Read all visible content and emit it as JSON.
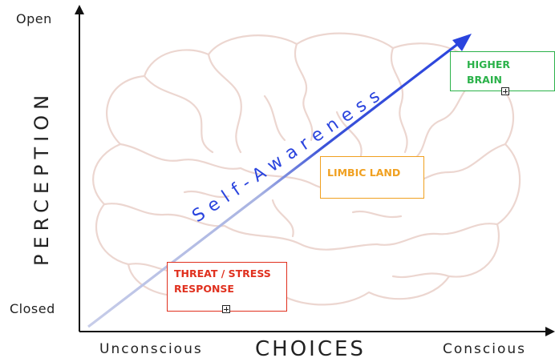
{
  "axes": {
    "y_label": "PERCEPTION",
    "y_top": "Open",
    "y_bottom": "Closed",
    "x_label": "CHOICES",
    "x_left": "Unconscious",
    "x_right": "Conscious"
  },
  "arrow_label": "Self-Awareness",
  "colors": {
    "axis": "#111111",
    "arrow_dark": "#2f47d8",
    "arrow_light": "#b9c2e6",
    "brain_outline": "#ead2cb",
    "threat": "#e0301e",
    "limbic": "#f0a020",
    "higher": "#2bb24a"
  },
  "boxes": {
    "threat": {
      "line1": "THREAT / STRESS",
      "line2": "RESPONSE",
      "expand_icon": "plus-box-icon"
    },
    "limbic": {
      "title": "LIMBIC LAND"
    },
    "higher": {
      "title": "HIGHER BRAIN",
      "expand_icon": "plus-box-icon"
    }
  }
}
